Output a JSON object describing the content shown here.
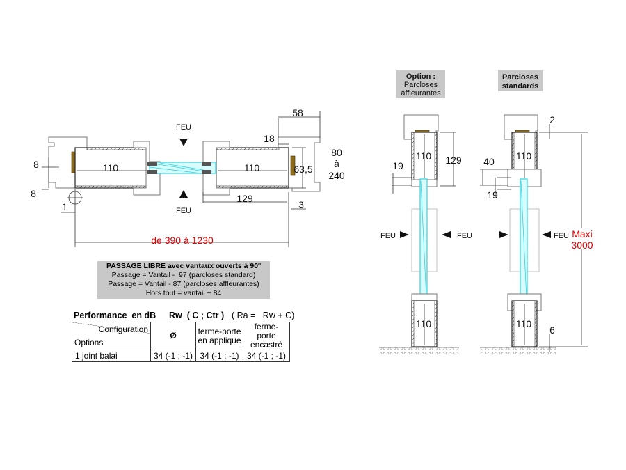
{
  "colors": {
    "accent_red": "#e00000",
    "glass": "#2fd4e0",
    "box_grey": "#c8c8c8",
    "seal": "#8a6a1c"
  },
  "plan": {
    "feu_top": "FEU",
    "feu_bottom": "FEU",
    "dims": {
      "d58": "58",
      "d18": "18",
      "d80": "80",
      "d_a": "à",
      "d240": "240",
      "d63": "63,5",
      "leaf_left": "110",
      "leaf_right": "110",
      "d8a": "8",
      "d8b": "8",
      "d1": "1",
      "d129": "129",
      "d3": "3"
    },
    "overall": "de 390 à 1230"
  },
  "passage": {
    "title": "PASSAGE LIBRE avec vantaux ouverts à 90º",
    "lines": [
      "Passage = Vantail -  97 (parcloses standard)",
      "Passage = Vantail - 87 (parcloses affleurantes)",
      "Hors tout = vantail + 84"
    ]
  },
  "performance": {
    "title": "Performance  en dB",
    "rw": "Rw  ( C ; Ctr )",
    "ra": "( Ra =   Rw + C)",
    "header_config": "Configuration",
    "header_options": "Options",
    "columns": [
      "Ø",
      "ferme-porte en applique",
      "ferme-porte encastré"
    ],
    "col2_lines": [
      "ferme-porte",
      "en applique"
    ],
    "col3_lines": [
      "ferme-porte",
      "encastré"
    ],
    "rows": [
      {
        "option": "1 joint balai",
        "values": [
          "34 (-1 ; -1)",
          "34 (-1 ; -1)",
          "34 (-1 ; -1)"
        ]
      }
    ]
  },
  "elevation_left": {
    "label_lines": [
      "Option :",
      "Parcloses",
      "affleurantes"
    ],
    "dims": {
      "top110": "110",
      "d129": "129",
      "d19": "19",
      "bottom110": "110"
    },
    "feu_left": "FEU",
    "feu_right": "FEU"
  },
  "elevation_right": {
    "label_lines": [
      "Parcloses",
      "standards"
    ],
    "dims": {
      "d2": "2",
      "d40": "40",
      "d19": "19",
      "top110": "110",
      "bottom110": "110",
      "d6": "6"
    },
    "feu_right": "FEU",
    "maxi": "Maxi",
    "maxi_value": "3000"
  }
}
